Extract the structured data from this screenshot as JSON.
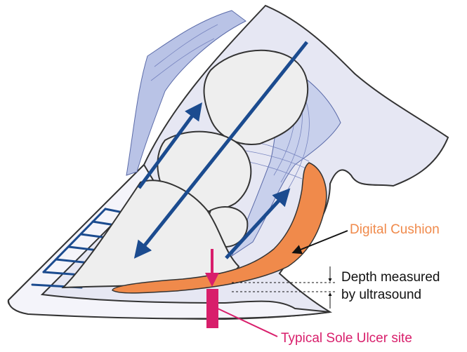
{
  "labels": {
    "digital_cushion": "Digital Cushion",
    "depth_line1": "Depth measured",
    "depth_line2": "by ultrasound",
    "sole_ulcer": "Typical Sole Ulcer site"
  },
  "colors": {
    "cushion": "#f08a4b",
    "ulcer": "#d81e6b",
    "arrow": "#1b4b8f",
    "tendon": "#b9c3e6",
    "bone": "#eeeeee",
    "skin": "#e6e7f3",
    "outline": "#333333"
  }
}
